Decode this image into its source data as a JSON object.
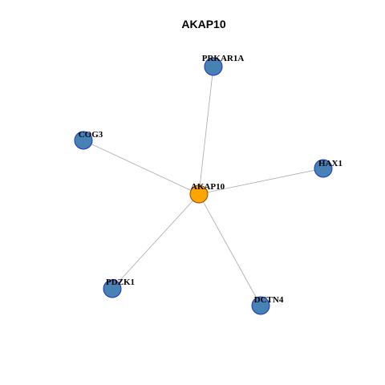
{
  "title": "AKAP10",
  "colors": {
    "center_fill": "#FFA500",
    "center_stroke": "#8B4513",
    "node_fill": "#4682B4",
    "node_stroke": "#1E2FC8",
    "edge": "#A8A8A8"
  },
  "nodes": [
    {
      "id": "AKAP10",
      "label": "AKAP10",
      "role": "center"
    },
    {
      "id": "PRKAR1A",
      "label": "PRKAR1A",
      "role": "neighbor"
    },
    {
      "id": "COG3",
      "label": "COG3",
      "role": "neighbor"
    },
    {
      "id": "HAX1",
      "label": "HAX1",
      "role": "neighbor"
    },
    {
      "id": "PDZK1",
      "label": "PDZK1",
      "role": "neighbor"
    },
    {
      "id": "DCTN4",
      "label": "DCTN4",
      "role": "neighbor"
    }
  ],
  "edges": [
    {
      "source": "AKAP10",
      "target": "PRKAR1A"
    },
    {
      "source": "AKAP10",
      "target": "COG3"
    },
    {
      "source": "AKAP10",
      "target": "HAX1"
    },
    {
      "source": "AKAP10",
      "target": "PDZK1"
    },
    {
      "source": "AKAP10",
      "target": "DCTN4"
    }
  ]
}
